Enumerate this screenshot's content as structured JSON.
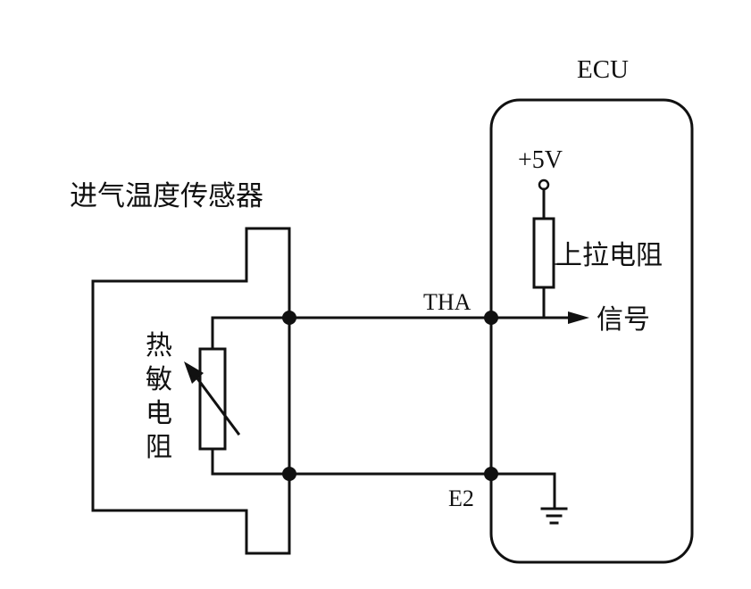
{
  "diagram": {
    "title": "进气温度传感器",
    "ecu_label": "ECU",
    "supply_label": "+5V",
    "pullup_label": "上拉电阻",
    "signal_label": "信号",
    "tha_label": "THA",
    "e2_label": "E2",
    "thermistor_label": [
      "热",
      "敏",
      "电",
      "阻"
    ],
    "colors": {
      "line": "#111111",
      "background": "#ffffff"
    }
  }
}
